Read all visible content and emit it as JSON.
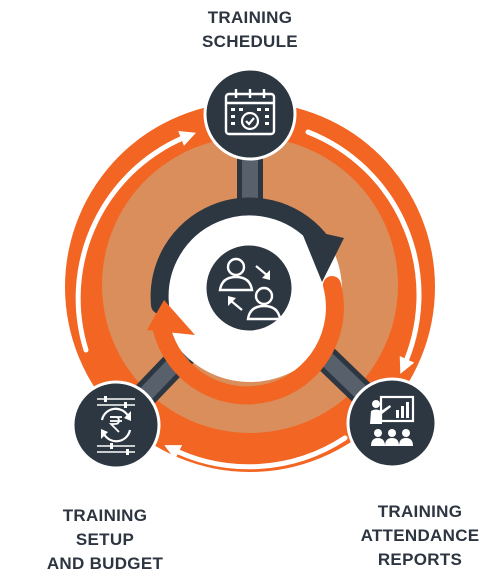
{
  "diagram": {
    "nodes": [
      {
        "id": "schedule",
        "lines": [
          "TRAINING",
          "SCHEDULE"
        ],
        "icon": "calendar-check-icon"
      },
      {
        "id": "setup",
        "lines": [
          "TRAINING",
          "SETUP",
          "AND BUDGET"
        ],
        "icon": "rupee-cycle-settings-icon"
      },
      {
        "id": "reports",
        "lines": [
          "TRAINING",
          "ATTENDANCE",
          "REPORTS"
        ],
        "icon": "presentation-audience-icon"
      }
    ],
    "center_icon": "people-exchange-icon",
    "colors": {
      "orange": "#f26522",
      "inner_fill": "#d98e5b",
      "dark": "#2d3742",
      "spoke": "#58606c",
      "white": "#ffffff"
    }
  }
}
